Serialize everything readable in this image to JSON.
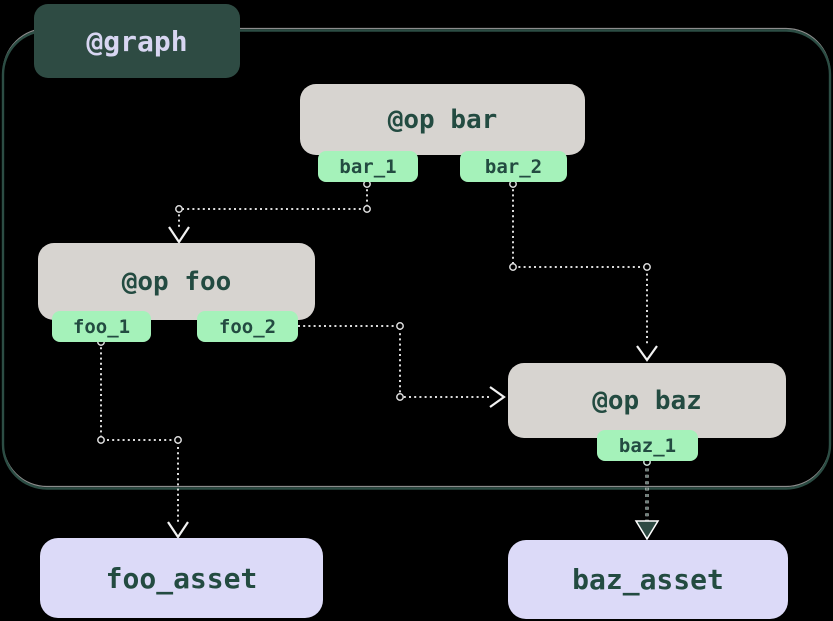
{
  "graph": {
    "label": "@graph"
  },
  "ops": [
    {
      "label": "@op bar",
      "outputs": [
        {
          "label": "bar_1"
        },
        {
          "label": "bar_2"
        }
      ]
    },
    {
      "label": "@op foo",
      "outputs": [
        {
          "label": "foo_1"
        },
        {
          "label": "foo_2"
        }
      ]
    },
    {
      "label": "@op baz",
      "outputs": [
        {
          "label": "baz_1"
        }
      ]
    }
  ],
  "assets": [
    {
      "label": "foo_asset"
    },
    {
      "label": "baz_asset"
    }
  ],
  "edges": [
    {
      "from": "bar_1",
      "to": "@op foo",
      "style": "dotted",
      "arrowhead": "open"
    },
    {
      "from": "bar_2",
      "to": "@op baz",
      "style": "dotted",
      "arrowhead": "open"
    },
    {
      "from": "foo_2",
      "to": "@op baz",
      "style": "dotted",
      "arrowhead": "open"
    },
    {
      "from": "foo_1",
      "to": "foo_asset",
      "style": "dotted",
      "arrowhead": "open"
    },
    {
      "from": "baz_1",
      "to": "baz_asset",
      "style": "dotted",
      "arrowhead": "filled"
    }
  ],
  "colors": {
    "background": "#000000",
    "graph_border": "#2c4d44",
    "graph_label_bg": "#2e4b43",
    "graph_label_text": "#d8d6f2",
    "op_bg": "#d7d4d0",
    "node_text": "#234b41",
    "output_tag_bg": "#a5f2ba",
    "asset_bg": "#dcdaf8",
    "edge_line": "#dcdcdc",
    "filled_arrow": "#2e4b43"
  }
}
